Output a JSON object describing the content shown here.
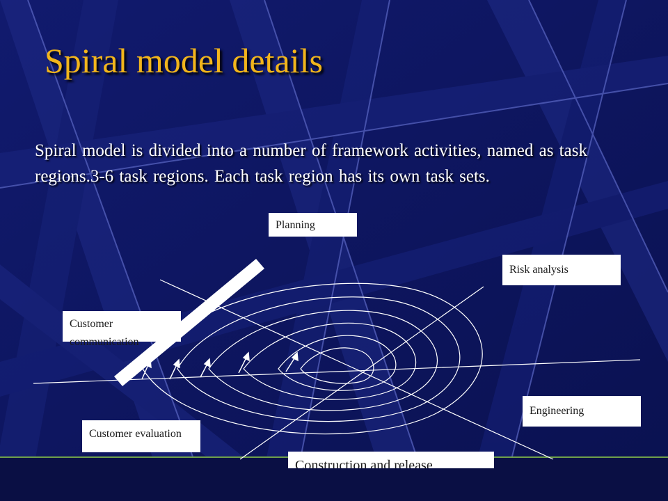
{
  "slide": {
    "title": "Spiral model details",
    "body": "Spiral model is divided into a number of framework activities, named as task regions.3-6 task regions. Each task region has its own task sets."
  },
  "diagram": {
    "labels": {
      "planning": "Planning",
      "risk_analysis": "Risk analysis",
      "customer_communication": "Customer communication",
      "engineering": "Engineering",
      "customer_evaluation": "Customer evaluation",
      "construction_release": "Construction and release"
    },
    "colors": {
      "background": "#0d1560",
      "title": "#f2b51c",
      "lines": "#ffffff",
      "footer_rule": "#6fa04a"
    }
  }
}
